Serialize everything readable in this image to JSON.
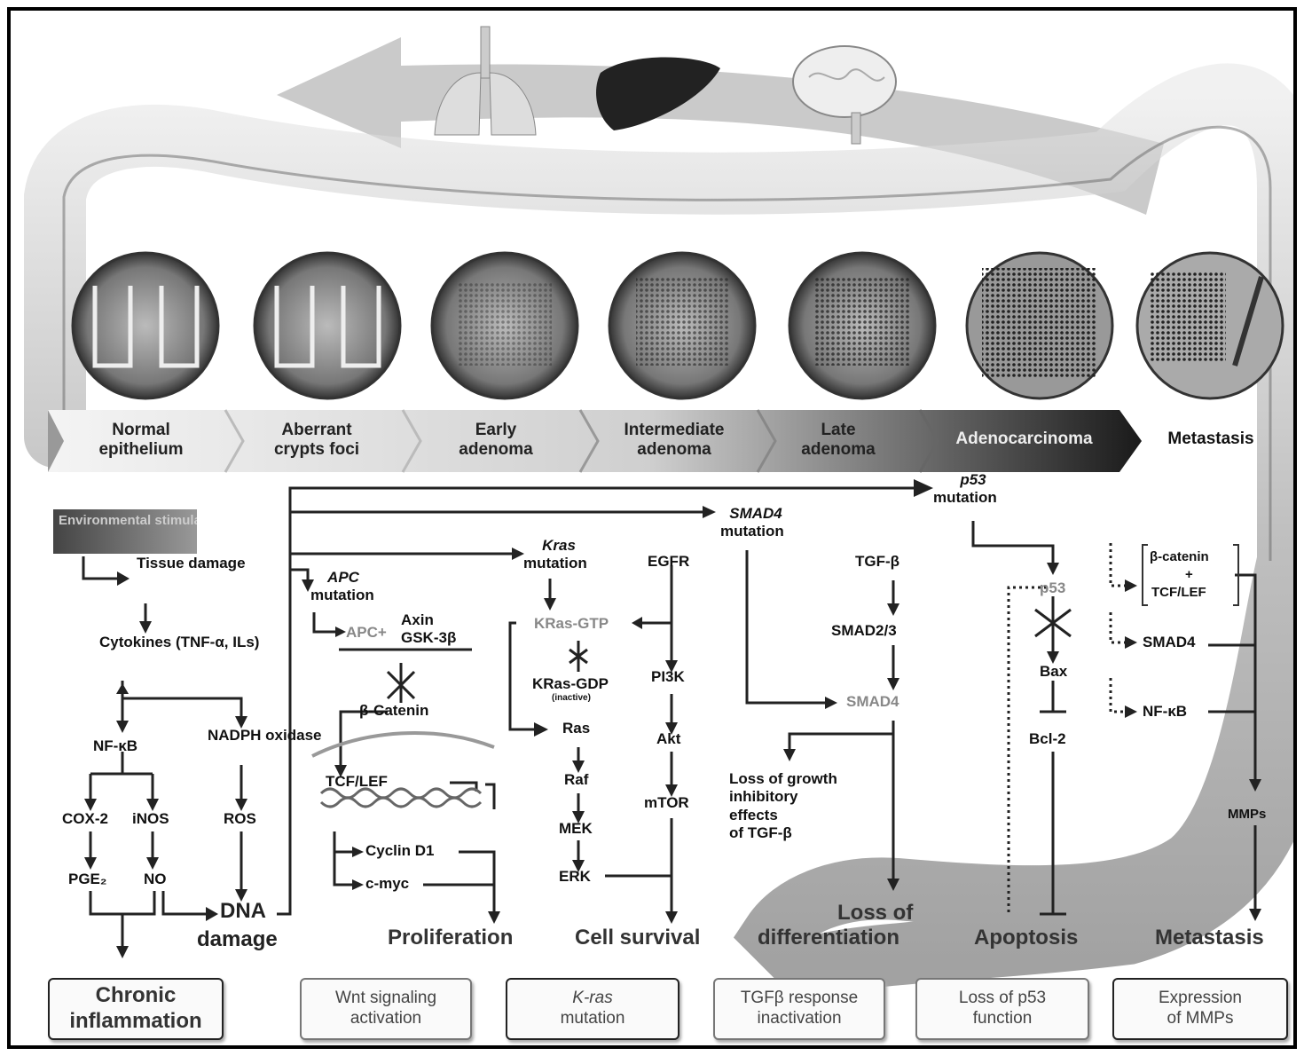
{
  "stages": [
    {
      "line1": "Normal",
      "line2": "epithelium"
    },
    {
      "line1": "Aberrant",
      "line2": "crypts foci"
    },
    {
      "line1": "Early",
      "line2": "adenoma"
    },
    {
      "line1": "Intermediate",
      "line2": "adenoma"
    },
    {
      "line1": "Late",
      "line2": "adenoma"
    },
    {
      "line1": "Adenocarcinoma",
      "line2": ""
    },
    {
      "line1": "Metastasis",
      "line2": ""
    }
  ],
  "inflammation": {
    "env_stimulant": "Environmental stimulant",
    "tissue_damage": "Tissue damage",
    "cytokines": "Cytokines (TNF-α, ILs)",
    "nfkb": "NF-κB",
    "nadph": "NADPH oxidase",
    "cox2": "COX-2",
    "inos": "iNOS",
    "ros": "ROS",
    "pge2": "PGE₂",
    "no": "NO",
    "dna_damage_1": "DNA",
    "dna_damage_2": "damage"
  },
  "wnt": {
    "apc_mutation_1": "APC",
    "apc_mutation_2": "mutation",
    "apc_complex": "APC+",
    "axin": "Axin",
    "gsk": "GSK-3β",
    "beta_catenin": "β-Catenin",
    "tcf_lef": "TCF/LEF",
    "cyclin_d1": "Cyclin D1",
    "cmyc": "c-myc"
  },
  "kras": {
    "mutation_1": "Kras",
    "mutation_2": "mutation",
    "kras_gtp": "KRas-GTP",
    "kras_gdp": "KRas-GDP",
    "inactive": "(inactive)",
    "ras": "Ras",
    "raf": "Raf",
    "mek": "MEK",
    "erk": "ERK",
    "egfr": "EGFR",
    "pi3k": "PI3K",
    "akt": "Akt",
    "mtor": "mTOR"
  },
  "tgf": {
    "smad4_mut_1": "SMAD4",
    "smad4_mut_2": "mutation",
    "tgfb": "TGF-β",
    "smad23": "SMAD2/3",
    "smad4": "SMAD4",
    "loss_growth": [
      "Loss of growth",
      "inhibitory",
      "effects",
      "of TGF-β"
    ]
  },
  "p53": {
    "mut_1": "p53",
    "mut_2": "mutation",
    "p53": "p53",
    "bax": "Bax",
    "bcl2": "Bcl-2"
  },
  "meta": {
    "bcat": "β-catenin",
    "plus": "+",
    "tcflef": "TCF/LEF",
    "smad4": "SMAD4",
    "nfkb": "NF-κB",
    "mmps": "MMPs"
  },
  "outcomes": {
    "proliferation": "Proliferation",
    "survival": "Cell survival",
    "loss_diff_1": "Loss of",
    "loss_diff_2": "differentiation",
    "apoptosis": "Apoptosis",
    "metastasis": "Metastasis"
  },
  "boxes": {
    "chronic_1": "Chronic",
    "chronic_2": "inflammation",
    "wnt_1": "Wnt signaling",
    "wnt_2": "activation",
    "kras_1": "K-ras",
    "kras_2": "mutation",
    "tgf_1": "TGFβ response",
    "tgf_2": "inactivation",
    "p53_1": "Loss of p53",
    "p53_2": "function",
    "mmp_1": "Expression",
    "mmp_2": "of MMPs"
  },
  "colors": {
    "arrow": "#222222",
    "tissue": "#9a9a9a",
    "band_dark": "#222222",
    "band_light": "#eeeeee"
  }
}
